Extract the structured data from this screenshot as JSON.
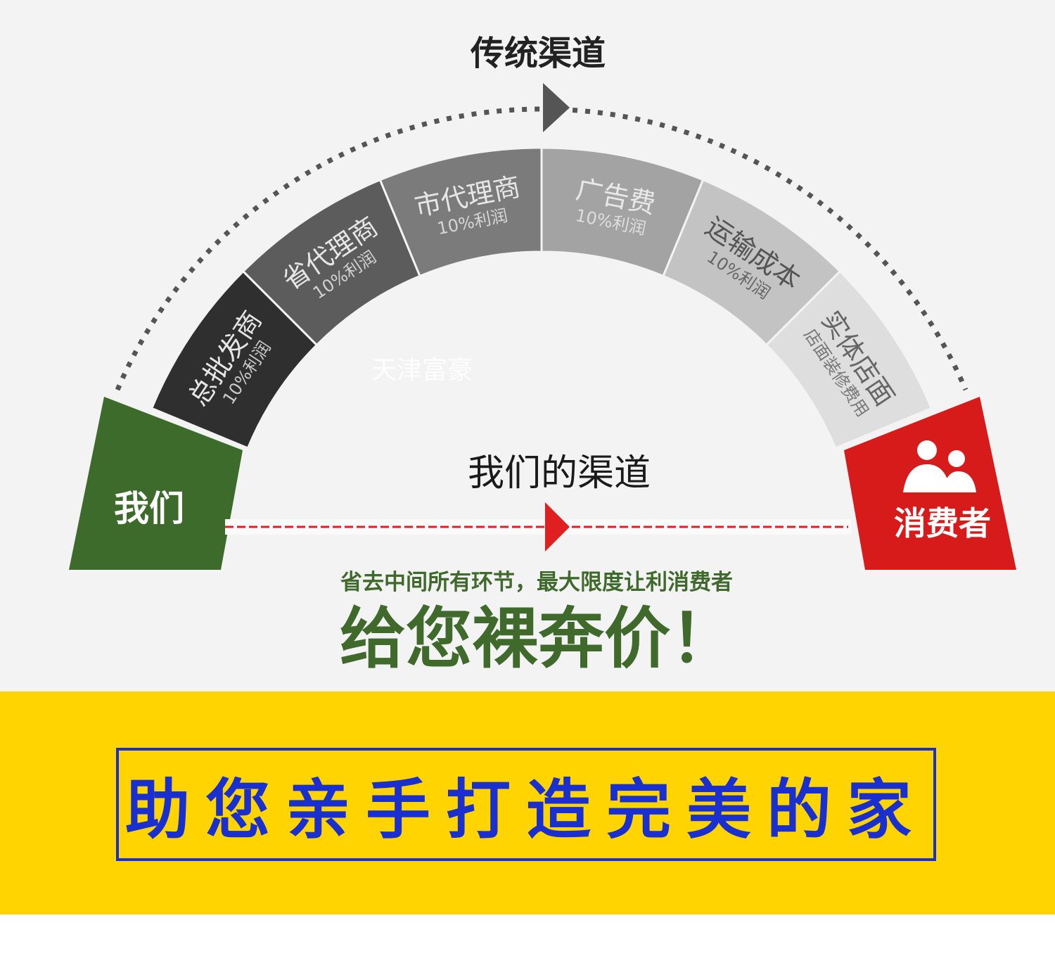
{
  "traditional": {
    "title": "传统渠道",
    "segments": [
      {
        "name": "总批发商",
        "sub": "10%利润",
        "color": "#2f2f2f",
        "text_color": "#e6e6e6"
      },
      {
        "name": "省代理商",
        "sub": "10%利润",
        "color": "#5c5c5c",
        "text_color": "#e6e6e6"
      },
      {
        "name": "市代理商",
        "sub": "10%利润",
        "color": "#7b7b7b",
        "text_color": "#e6e6e6"
      },
      {
        "name": "广告费",
        "sub": "10%利润",
        "color": "#a3a3a3",
        "text_color": "#e8e8e8"
      },
      {
        "name": "运输成本",
        "sub": "10%利润",
        "color": "#c3c3c3",
        "text_color": "#555555"
      },
      {
        "name": "实体店面",
        "sub": "店面装修费用",
        "color": "#dedede",
        "text_color": "#666666"
      }
    ]
  },
  "start": {
    "label": "我们",
    "color": "#3d6b2b"
  },
  "end": {
    "label": "消费者",
    "color": "#d71a1a",
    "icon": "people-icon"
  },
  "ours": {
    "title": "我们的渠道"
  },
  "watermark": "天津富豪",
  "slogan": {
    "small": "省去中间所有环节，最大限度让利消费者",
    "big": "给您裸奔价！",
    "color": "#3f6a2c"
  },
  "banner": {
    "text": "助您亲手打造完美的家",
    "bg": "#ffd400",
    "color": "#1a2fd0"
  }
}
